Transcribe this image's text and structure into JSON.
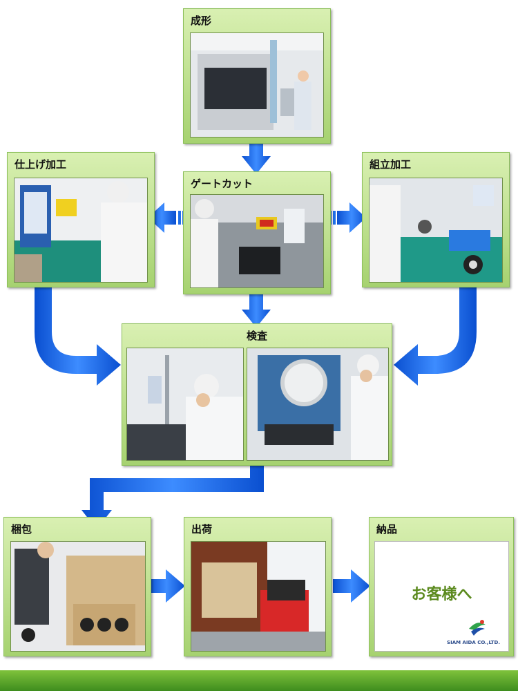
{
  "steps": {
    "molding": "成形",
    "gate_cut": "ゲートカット",
    "finishing": "仕上げ加工",
    "assembly": "組立加工",
    "inspection": "検査",
    "packing": "梱包",
    "shipping": "出荷",
    "delivery": "納品"
  },
  "delivery_message": "お客様へ",
  "company_logo": {
    "icon": "siam-aida-logo-icon",
    "text": "SIAM AIDA CO.,LTD."
  },
  "colors": {
    "arrow": "#1e6ee8",
    "box": "#a6d270",
    "accent_text": "#5b8a1e"
  }
}
